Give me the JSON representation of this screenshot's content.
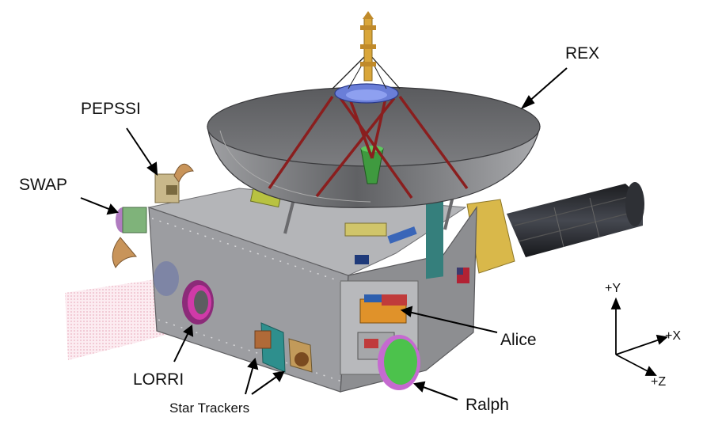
{
  "labels": {
    "rex": "REX",
    "pepssi": "PEPSSI",
    "swap": "SWAP",
    "lorri": "LORRI",
    "star_trackers": "Star Trackers",
    "alice": "Alice",
    "ralph": "Ralph"
  },
  "axes": {
    "y": "+Y",
    "x": "+X",
    "z": "+Z"
  },
  "colors": {
    "body": "#9c9da1",
    "dish": "#6f7073",
    "strut": "#8a1e1e",
    "ralph": "#4cc24c",
    "alice": "#e0922a",
    "lorri_ring": "#d03aa8",
    "rtg": "#2a2c30",
    "gold": "#d9b84a"
  }
}
